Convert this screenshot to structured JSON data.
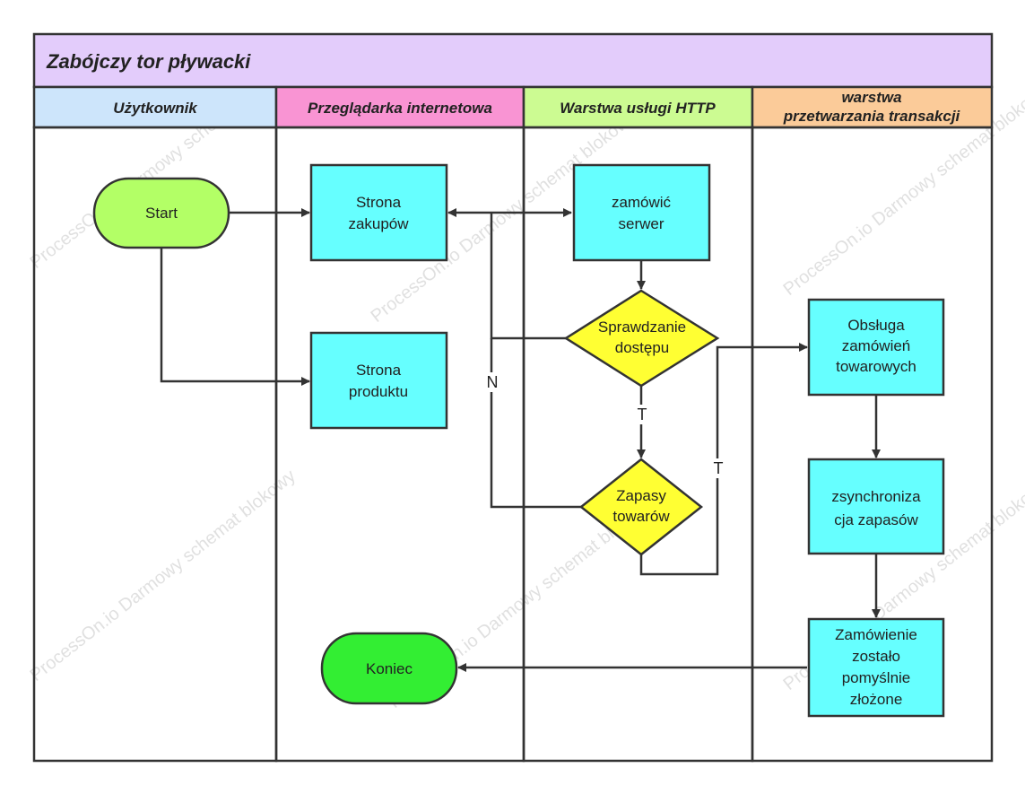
{
  "title": "Zabójczy tor pływacki",
  "colors": {
    "title_bg": "#e3ccfb",
    "lane_user": "#cde5fb",
    "lane_browser": "#f994d3",
    "lane_http": "#ccfb92",
    "lane_tx": "#fbcb99",
    "process": "#66ffff",
    "decision": "#ffff33",
    "start": "#b3ff66",
    "end": "#33ee33",
    "line": "#333333"
  },
  "lanes": [
    {
      "id": "user",
      "label": "Użytkownik"
    },
    {
      "id": "browser",
      "label": "Przeglądarka internetowa"
    },
    {
      "id": "http",
      "label": "Warstwa usługi HTTP"
    },
    {
      "id": "tx",
      "label": "warstwa przetwarzania transakcji"
    }
  ],
  "nodes": [
    {
      "id": "start",
      "type": "terminal",
      "label": "Start"
    },
    {
      "id": "shop",
      "type": "process",
      "label": "Strona zakupów"
    },
    {
      "id": "product",
      "type": "process",
      "label": "Strona produktu"
    },
    {
      "id": "order_server",
      "type": "process",
      "label": "zamówić serwer"
    },
    {
      "id": "access",
      "type": "decision",
      "label": "Sprawdzanie dostępu"
    },
    {
      "id": "stock",
      "type": "decision",
      "label": "Zapasy towarów"
    },
    {
      "id": "handle",
      "type": "process",
      "label": "Obsługa zamówień towarowych"
    },
    {
      "id": "sync",
      "type": "process",
      "label": "zsynchroniza cja zapasów"
    },
    {
      "id": "done",
      "type": "process",
      "label": "Zamówienie zostało pomyślnie złożone"
    },
    {
      "id": "end",
      "type": "terminal",
      "label": "Koniec"
    }
  ],
  "edge_labels": {
    "no": "N",
    "yes_access": "T",
    "yes_stock": "T"
  },
  "watermark": "ProcessOn.io Darmowy schemat blokowy"
}
